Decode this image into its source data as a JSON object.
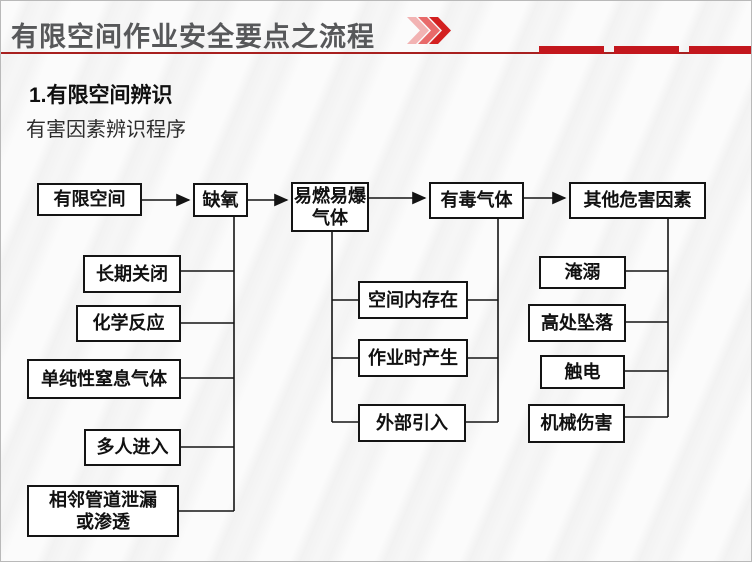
{
  "header": {
    "title": "有限空间作业安全要点之流程",
    "chevrons_icon": "triple-chevron-right",
    "accent_color": "#c3171d",
    "title_color": "#57585a"
  },
  "section": {
    "heading": "1.有限空间辨识",
    "subheading": "有害因素辨识程序"
  },
  "flowchart": {
    "top_row": [
      "有限空间",
      "缺氧",
      "易燃易爆\n气体",
      "有毒气体",
      "其他危害因素"
    ],
    "oxygen_causes": [
      "长期关闭",
      "化学反应",
      "单纯性窒息气体",
      "多人进入",
      "相邻管道泄漏\n或渗透"
    ],
    "gas_sources": [
      "空间内存在",
      "作业时产生",
      "外部引入"
    ],
    "other_hazards": [
      "淹溺",
      "高处坠落",
      "触电",
      "机械伤害"
    ]
  }
}
